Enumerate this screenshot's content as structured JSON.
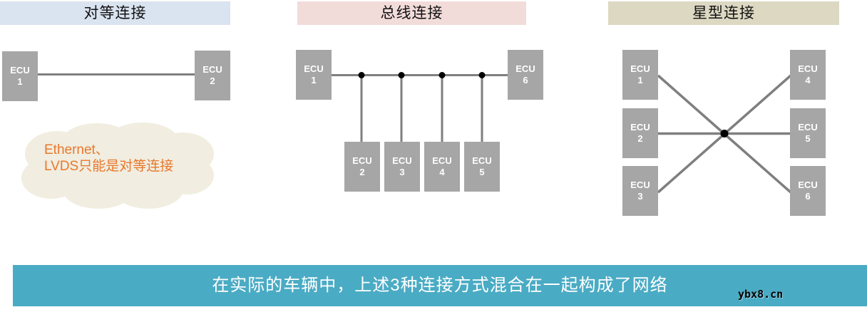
{
  "sections": [
    {
      "id": "peer",
      "title": "对等连接",
      "ecus": [
        "ECU\n1",
        "ECU\n2"
      ],
      "note_line1": "Ethernet、",
      "note_line2": "LVDS只能是对等连接"
    },
    {
      "id": "bus",
      "title": "总线连接",
      "ecus": [
        "ECU\n1",
        "ECU\n2",
        "ECU\n3",
        "ECU\n4",
        "ECU\n5",
        "ECU\n6"
      ]
    },
    {
      "id": "star",
      "title": "星型连接",
      "ecus": [
        "ECU\n1",
        "ECU\n2",
        "ECU\n3",
        "ECU\n4",
        "ECU\n5",
        "ECU\n6"
      ]
    }
  ],
  "banner": {
    "text": "在实际的车辆中，上述3种连接方式混合在一起构成了网络",
    "bg": "#4aabc4",
    "text_color": "#ffffff"
  },
  "watermark": "ybx8.cn",
  "colors": {
    "header_peer_bg": "#dae3f0",
    "header_bus_bg": "#f2dcda",
    "header_star_bg": "#dcd8c2",
    "ecu_box": "#a6a6a6",
    "ecu_text": "#ffffff",
    "connector_line": "#7f7f7f",
    "junction_dot": "#000000",
    "cloud_fill": "#f1ede0",
    "note_text": "#e8782d"
  }
}
